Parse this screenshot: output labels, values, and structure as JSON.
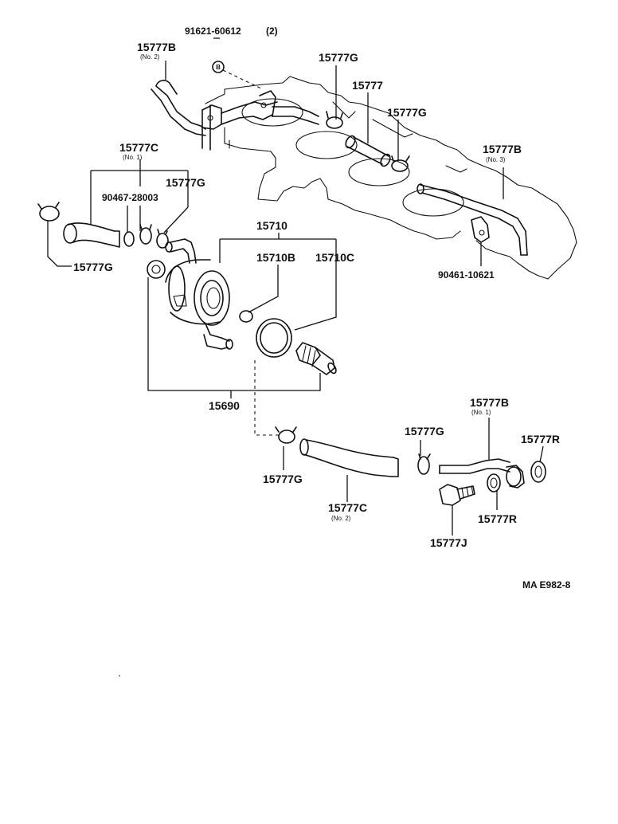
{
  "parts": {
    "bolt_91621": "91621-60612",
    "bolt_91621_qty": "(2)",
    "marker_b": "B",
    "hose_b_no2": "15777B",
    "hose_b_no2_sub": "(No. 2)",
    "clamp_g_top": "15777G",
    "hose_15777": "15777",
    "clamp_g_mid": "15777G",
    "hose_b_no3": "15777B",
    "hose_b_no3_sub": "(No. 3)",
    "bolt_90461": "90461-10621",
    "hose_c_no1": "15777C",
    "hose_c_no1_sub": "(No. 1)",
    "clamp_g_left_top": "15777G",
    "clip_90467": "90467-28003",
    "clamp_g_left": "15777G",
    "cooler_15710": "15710",
    "oring_15710b": "15710B",
    "gasket_15710c": "15710C",
    "assy_15690": "15690",
    "pipe_b_no1": "15777B",
    "pipe_b_no1_sub": "(No. 1)",
    "clamp_g_right": "15777G",
    "washer_r_top": "15777R",
    "clamp_g_low": "15777G",
    "hose_c_no2": "15777C",
    "hose_c_no2_sub": "(No. 2)",
    "washer_r_low": "15777R",
    "bolt_15777j": "15777J"
  },
  "figure_code": "MA E982-8"
}
